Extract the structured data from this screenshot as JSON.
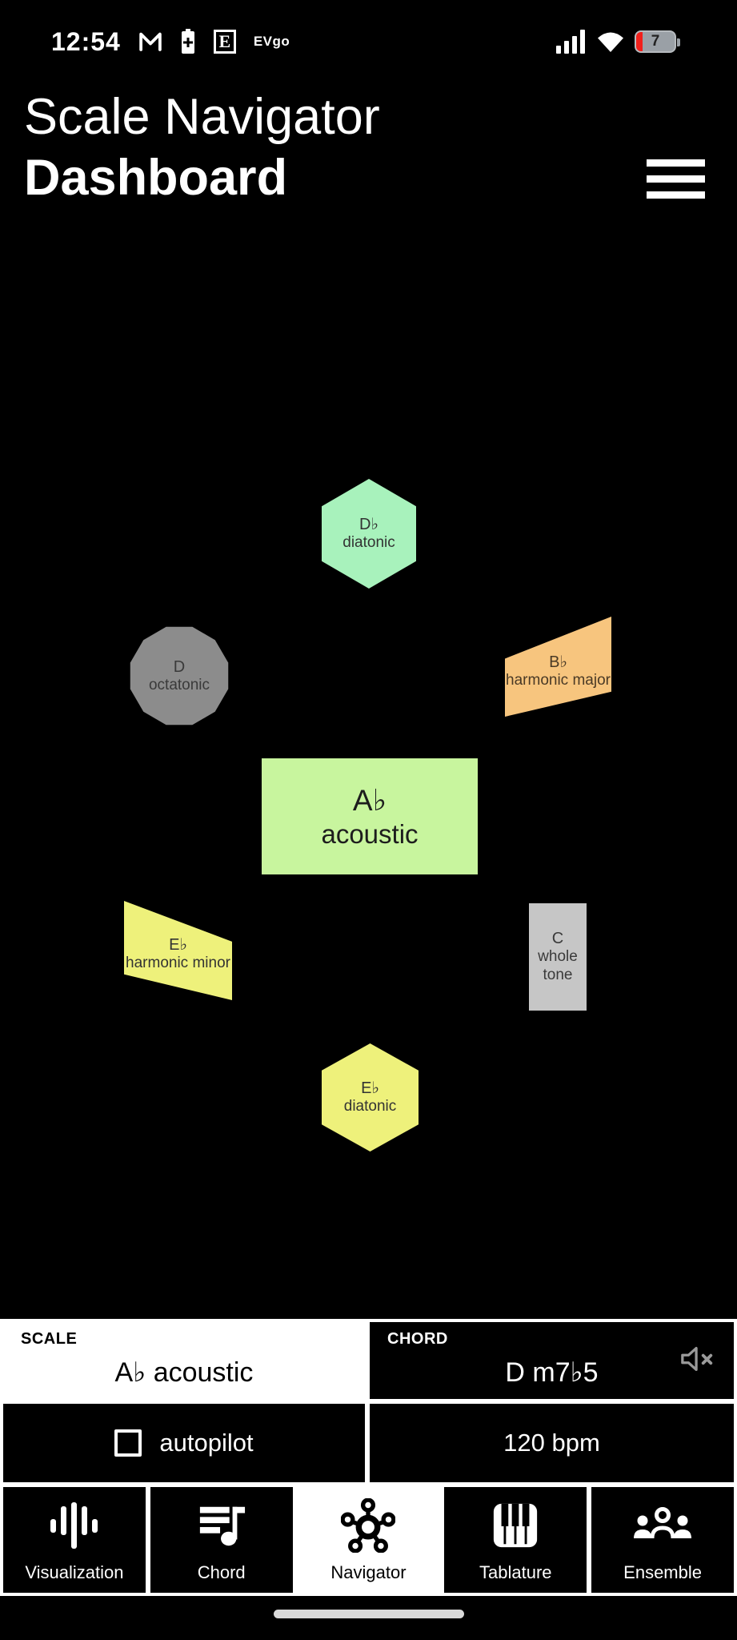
{
  "status_bar": {
    "time": "12:54",
    "carrier": "EVgo",
    "battery_level": "7",
    "battery_warning_color": "#f1201b",
    "icons": [
      "gmail-icon",
      "battery-plus-icon",
      "e-app-icon",
      "signal-icon",
      "wifi-icon",
      "battery-icon"
    ]
  },
  "header": {
    "title_line1": "Scale Navigator",
    "title_line2": "Dashboard"
  },
  "map": {
    "nodes": [
      {
        "note": "D♭",
        "type": "diatonic",
        "shape": "hexagon",
        "color": "#a8f2bc"
      },
      {
        "note": "D",
        "type": "octatonic",
        "shape": "dodecagon",
        "color": "#8c8c8c"
      },
      {
        "note": "B♭",
        "type": "harmonic major",
        "shape": "parallelogram",
        "color": "#f7c57e"
      },
      {
        "note": "A♭",
        "type": "acoustic",
        "shape": "rectangle",
        "color": "#c8f59e",
        "current": true
      },
      {
        "note": "E♭",
        "type": "harmonic minor",
        "shape": "parallelogram",
        "color": "#eef17b"
      },
      {
        "note": "C",
        "type": "whole tone",
        "shape": "rectangle",
        "color": "#c6c6c6"
      },
      {
        "note": "E♭",
        "type": "diatonic",
        "shape": "hexagon",
        "color": "#eef17b"
      }
    ]
  },
  "bottom": {
    "scale": {
      "label": "SCALE",
      "value": "A♭ acoustic"
    },
    "chord": {
      "label": "CHORD",
      "value": "D m7♭5",
      "muted": true
    },
    "autopilot": {
      "label": "autopilot",
      "checked": false
    },
    "tempo": {
      "value": "120 bpm"
    },
    "nav": [
      {
        "label": "Visualization",
        "active": false
      },
      {
        "label": "Chord",
        "active": false
      },
      {
        "label": "Navigator",
        "active": true
      },
      {
        "label": "Tablature",
        "active": false
      },
      {
        "label": "Ensemble",
        "active": false
      }
    ]
  }
}
